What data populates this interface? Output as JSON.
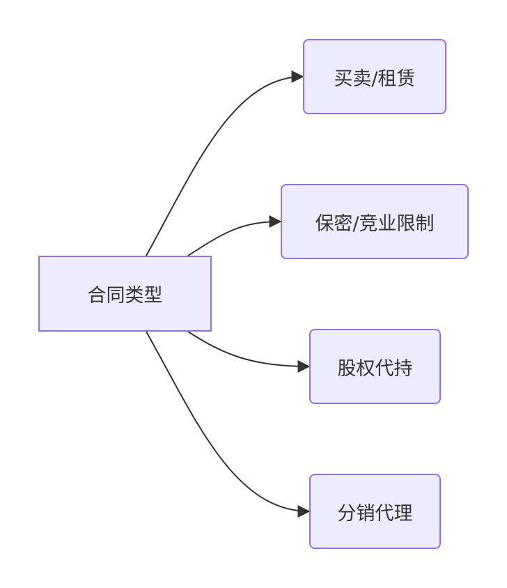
{
  "diagram": {
    "type": "flowchart",
    "direction": "left-to-right",
    "colors": {
      "node_fill": "#ececfe",
      "node_border": "#9370db",
      "edge": "#333333",
      "text": "#333333"
    },
    "root": {
      "label": "合同类型"
    },
    "children": [
      {
        "label": "买卖/租赁"
      },
      {
        "label": "保密/竞业限制"
      },
      {
        "label": "股权代持"
      },
      {
        "label": "分销代理"
      }
    ]
  }
}
